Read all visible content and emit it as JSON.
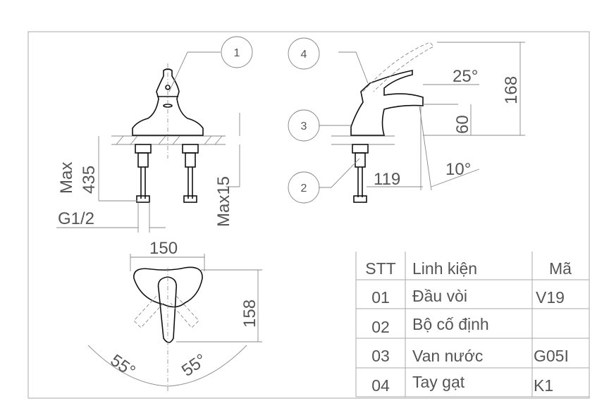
{
  "front_view": {
    "callout": "1",
    "dims": {
      "height_max_a": "Max",
      "height_max_b": "435",
      "thread": "G1/2",
      "deck_max": "Max15"
    }
  },
  "side_view": {
    "callouts": [
      "4",
      "3",
      "2"
    ],
    "dims": {
      "lever_angle": "25°",
      "total_height": "168",
      "spout_height": "60",
      "spout_reach": "119",
      "spout_angle": "10°"
    }
  },
  "top_view": {
    "dims": {
      "width": "150",
      "depth": "158",
      "left_angle": "55°",
      "right_angle": "55°"
    }
  },
  "parts_table": {
    "headers": [
      "STT",
      "Linh kiện",
      "Mã"
    ],
    "rows": [
      [
        "01",
        "Đầu vòi",
        "V19"
      ],
      [
        "02",
        "Bộ cố định",
        ""
      ],
      [
        "03",
        "Van nước",
        "G05I"
      ],
      [
        "04",
        "Tay gạt",
        "K1"
      ]
    ]
  }
}
